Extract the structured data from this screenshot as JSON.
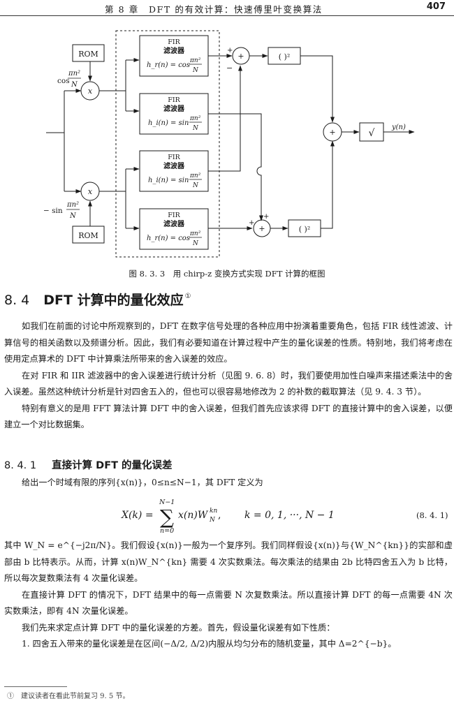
{
  "header": {
    "chapter_title": "第 8 章　DFT 的有效计算：快速傅里叶变换算法",
    "page_number": "407"
  },
  "diagram": {
    "rom_label": "ROM",
    "multiplier_symbol": "x",
    "adder_symbol": "+",
    "square_label": "( )²",
    "sqrt_label": "√",
    "output_label": "y(n)",
    "cos_factor_label": "cos πn²/N",
    "minus_sin_factor_label": "− sin πn²/N",
    "plus_sign": "+",
    "minus_sign": "−",
    "filters": [
      {
        "title_en": "FIR",
        "title_zh": "滤波器",
        "eq_lhs": "h_r(n) = cos",
        "eq_frac_num": "πn²",
        "eq_frac_den": "N"
      },
      {
        "title_en": "FIR",
        "title_zh": "滤波器",
        "eq_lhs": "h_i(n) = sin",
        "eq_frac_num": "πn²",
        "eq_frac_den": "N"
      },
      {
        "title_en": "FIR",
        "title_zh": "滤波器",
        "eq_lhs": "h_i(n) = sin",
        "eq_frac_num": "πn²",
        "eq_frac_den": "N"
      },
      {
        "title_en": "FIR",
        "title_zh": "滤波器",
        "eq_lhs": "h_r(n) = cos",
        "eq_frac_num": "πn²",
        "eq_frac_den": "N"
      }
    ]
  },
  "figure_caption": "图 8. 3. 3　用 chirp-z 变换方式实现 DFT 计算的框图",
  "section": {
    "number": "8. 4",
    "title": "DFT 计算中的量化效应",
    "footnote_mark": "①"
  },
  "paragraphs_a": [
    "如我们在前面的讨论中所观察到的，DFT 在数字信号处理的各种应用中扮演着重要角色，包括 FIR 线性滤波、计算信号的相关函数以及频谱分析。因此，我们有必要知道在计算过程中产生的量化误差的性质。特别地，我们将考虑在使用定点算术的 DFT 中计算乘法所带来的舍入误差的效应。",
    "在对 FIR 和 IIR 滤波器中的舍入误差进行统计分析（见图 9. 6. 8）时，我们要使用加性白噪声来描述乘法中的舍入误差。虽然这种统计分析是针对四舍五入的，但也可以很容易地修改为 2 的补数的截取算法（见 9. 4. 3 节）。",
    "特别有意义的是用 FFT 算法计算 DFT 中的舍入误差，但我们首先应该求得 DFT 的直接计算中的舍入误差，以便建立一个对比数据集。"
  ],
  "subsection": {
    "number": "8. 4. 1",
    "title": "直接计算 DFT 的量化误差"
  },
  "intro_line": "给出一个时域有限的序列{x(n)}，0≤n≤N−1，其 DFT 定义为",
  "equation": {
    "lhs": "X(k) =",
    "sum_upper": "N−1",
    "sum_lower": "n=0",
    "summand": "x(n)W",
    "w_sub": "N",
    "w_sup": "kn",
    "comma": ",",
    "range": "k = 0, 1, ···, N − 1",
    "number": "(8. 4. 1)"
  },
  "paragraphs_b": [
    "其中 W_N = e^{−j2π/N}。我们假设{x(n)}一般为一个复序列。我们同样假设{x(n)}与{W_N^{kn}}的实部和虚部由 b 比特表示。从而，计算 x(n)W_N^{kn} 需要 4 次实数乘法。每次乘法的结果由 2b 比特四舍五入为 b 比特，所以每次复数乘法有 4 次量化误差。",
    "在直接计算 DFT 的情况下，DFT 结果中的每一点需要 N 次复数乘法。所以直接计算 DFT 的每一点需要 4N 次实数乘法，即有 4N 次量化误差。",
    "我们先来求定点计算 DFT 中的量化误差的方差。首先，假设量化误差有如下性质：",
    "1. 四舍五入带来的量化误差是在区间(−Δ/2, Δ/2)内服从均匀分布的随机变量，其中 Δ=2^{−b}。"
  ],
  "footnote": "①　建议读者在看此节前复习 9. 5 节。"
}
